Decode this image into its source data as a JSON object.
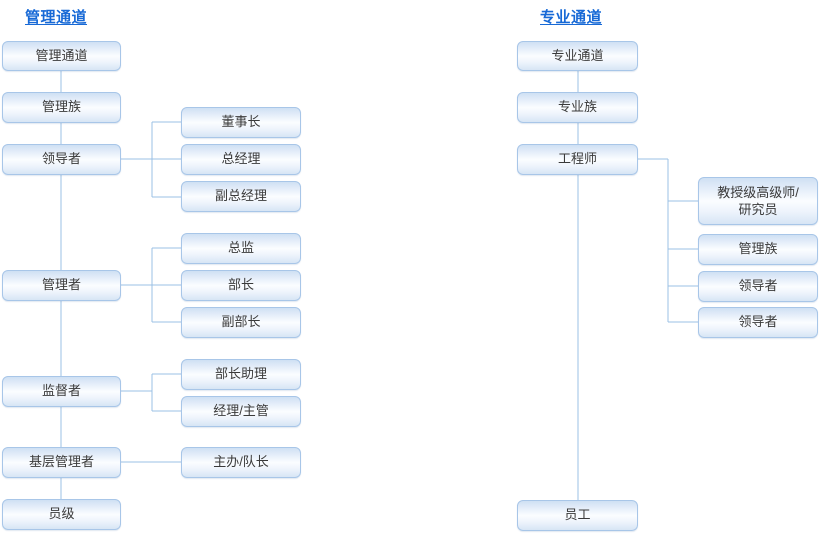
{
  "diagram": {
    "type": "org-chart",
    "title_color": "#1769d6",
    "box_border_color": "#a8c6e8",
    "line_color": "#9bc0e4",
    "text_color": "#3a3a3a"
  },
  "columns": [
    {
      "id": "management-channel",
      "title": "管理通道",
      "spine": [
        {
          "id": "mgmt-channel-root",
          "label": "管理通道"
        },
        {
          "id": "mgmt-family",
          "label": "管理族"
        },
        {
          "id": "leader",
          "label": "领导者"
        },
        {
          "id": "manager",
          "label": "管理者"
        },
        {
          "id": "supervisor",
          "label": "监督者"
        },
        {
          "id": "frontline-manager",
          "label": "基层管理者"
        },
        {
          "id": "staff-level",
          "label": "员级"
        }
      ],
      "branches": [
        {
          "parent": "leader",
          "items": [
            {
              "id": "chairman",
              "label": "董事长"
            },
            {
              "id": "general-manager",
              "label": "总经理"
            },
            {
              "id": "deputy-gm",
              "label": "副总经理"
            }
          ]
        },
        {
          "parent": "manager",
          "items": [
            {
              "id": "director",
              "label": "总监"
            },
            {
              "id": "department-head",
              "label": "部长"
            },
            {
              "id": "deputy-dept-head",
              "label": "副部长"
            }
          ]
        },
        {
          "parent": "supervisor",
          "items": [
            {
              "id": "dept-head-assistant",
              "label": "部长助理"
            },
            {
              "id": "manager-supervisor",
              "label": "经理/主管"
            }
          ]
        },
        {
          "parent": "frontline-manager",
          "items": [
            {
              "id": "officer-team-lead",
              "label": "主办/队长"
            }
          ]
        }
      ]
    },
    {
      "id": "professional-channel",
      "title": "专业通道",
      "spine": [
        {
          "id": "prof-channel-root",
          "label": "专业通道"
        },
        {
          "id": "prof-family",
          "label": "专业族"
        },
        {
          "id": "engineer",
          "label": "工程师"
        },
        {
          "id": "employee",
          "label": "员工"
        }
      ],
      "branches": [
        {
          "parent": "engineer",
          "items": [
            {
              "id": "professor-senior-researcher",
              "label": "教授级高级师/\n研究员"
            },
            {
              "id": "prof-mgmt-family",
              "label": "管理族"
            },
            {
              "id": "prof-leader-1",
              "label": "领导者"
            },
            {
              "id": "prof-leader-2",
              "label": "领导者"
            }
          ]
        }
      ]
    }
  ]
}
